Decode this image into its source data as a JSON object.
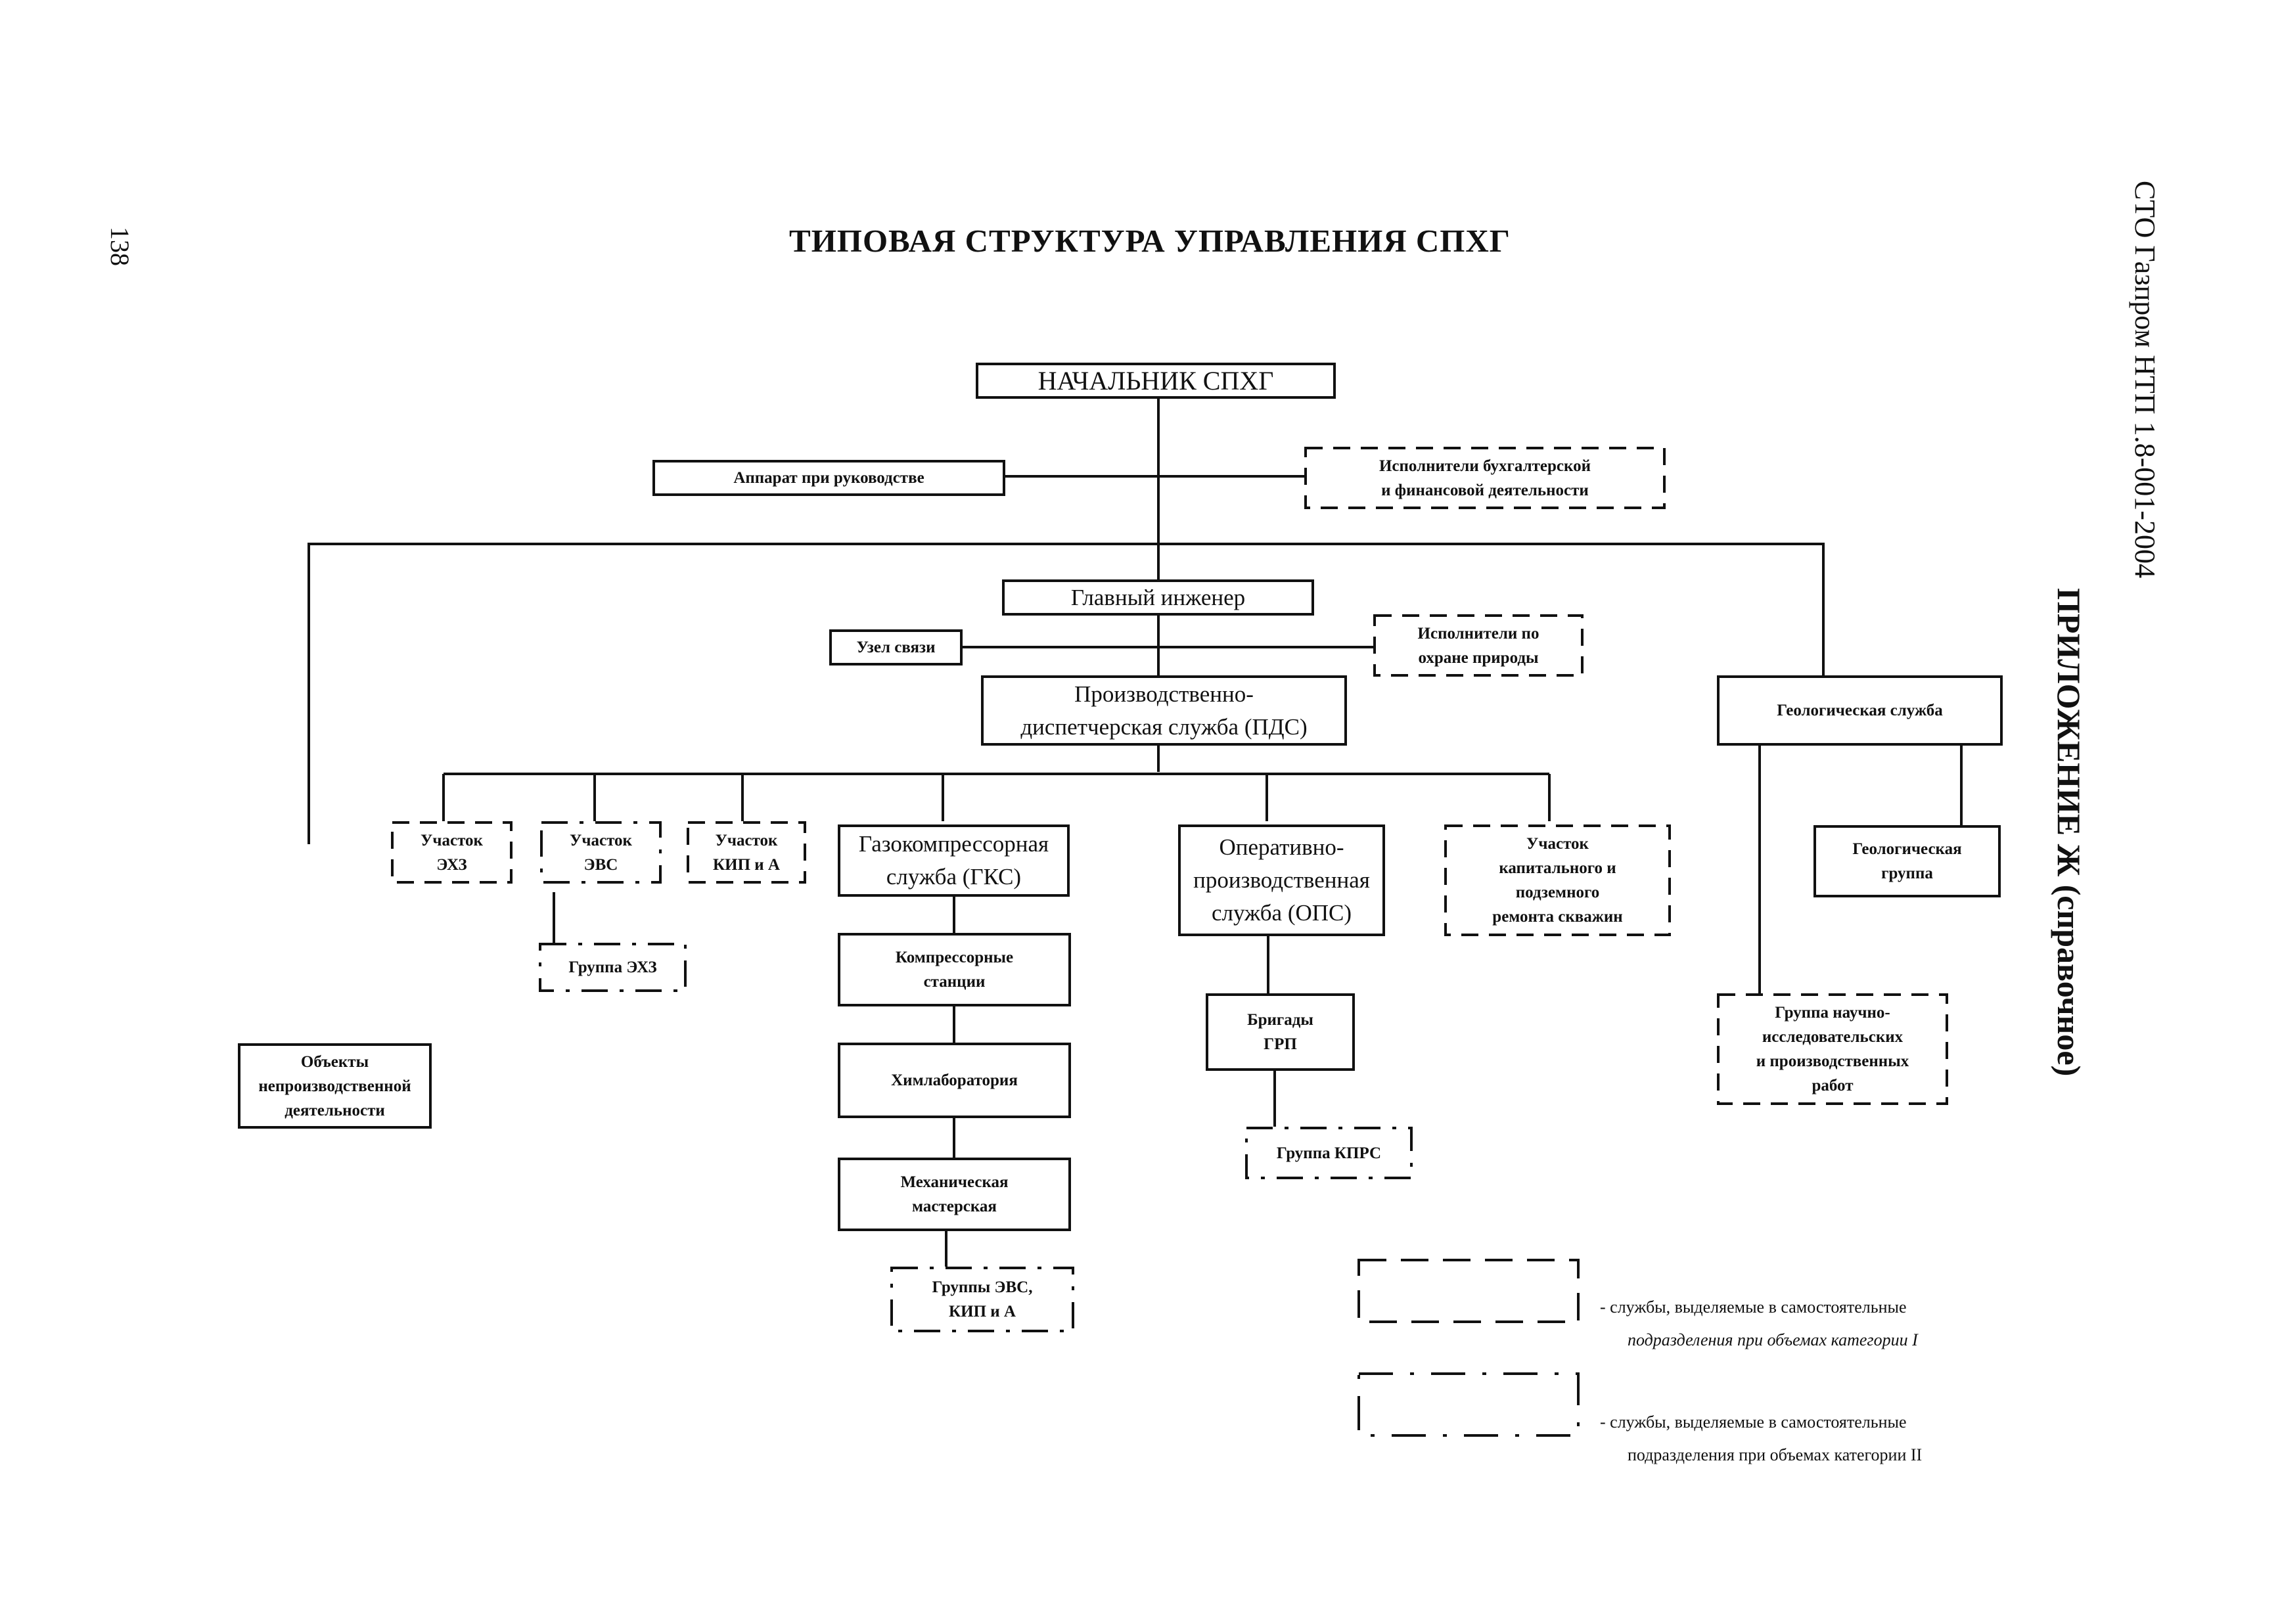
{
  "page": {
    "title": "ТИПОВАЯ СТРУКТУРА УПРАВЛЕНИЯ СПХГ",
    "appendix": "ПРИЛОЖЕНИЕ Ж (справочное)",
    "standard": "СТО Газпром НТП 1.8-001-2004",
    "page_number": "138"
  },
  "nodes": {
    "head": "НАЧАЛЬНИК СПХГ",
    "apparat": "Аппарат при руководстве",
    "buh": "Исполнители бухгалтерской\nи финансовой деятельности",
    "chief_engineer": "Главный инженер",
    "comm": "Узел связи",
    "nature": "Исполнители по\nохране природы",
    "pds": "Производственно-\nдиспетчерская служба (ПДС)",
    "geo": "Геологическая служба",
    "ezz": "Участок\nЭХЗ",
    "evs": "Участок\nЭВС",
    "kip": "Участок\nКИП и А",
    "gks": "Газокомпрессорная\nслужба (ГКС)",
    "ops": "Оперативно-\nпроизводственная\nслужба (ОПС)",
    "krs": "Участок\nкапитального и\nподземного\nремонта скважин",
    "geo_group": "Геологическая\nгруппа",
    "group_ezz": "Группа ЭХЗ",
    "compressor": "Компрессорные\nстанции",
    "chemlab": "Химлаборатория",
    "mech": "Механическая\nмастерская",
    "groups_evs": "Группы ЭВС,\nКИП и А",
    "brigades": "Бригады\nГРП",
    "kprs": "Группа КПРС",
    "nonprod": "Объекты\nнепроизводственной\nдеятельности",
    "research": "Группа научно-\nисследовательских\nи производственных\nработ"
  },
  "legend": {
    "cat1": "- службы, выделяемые в самостоятельные",
    "cat1_note": "подразделения при объемах категории I",
    "cat2": "- службы, выделяемые в самостоятельные",
    "cat2_note": "подразделения при объемах категории II"
  }
}
